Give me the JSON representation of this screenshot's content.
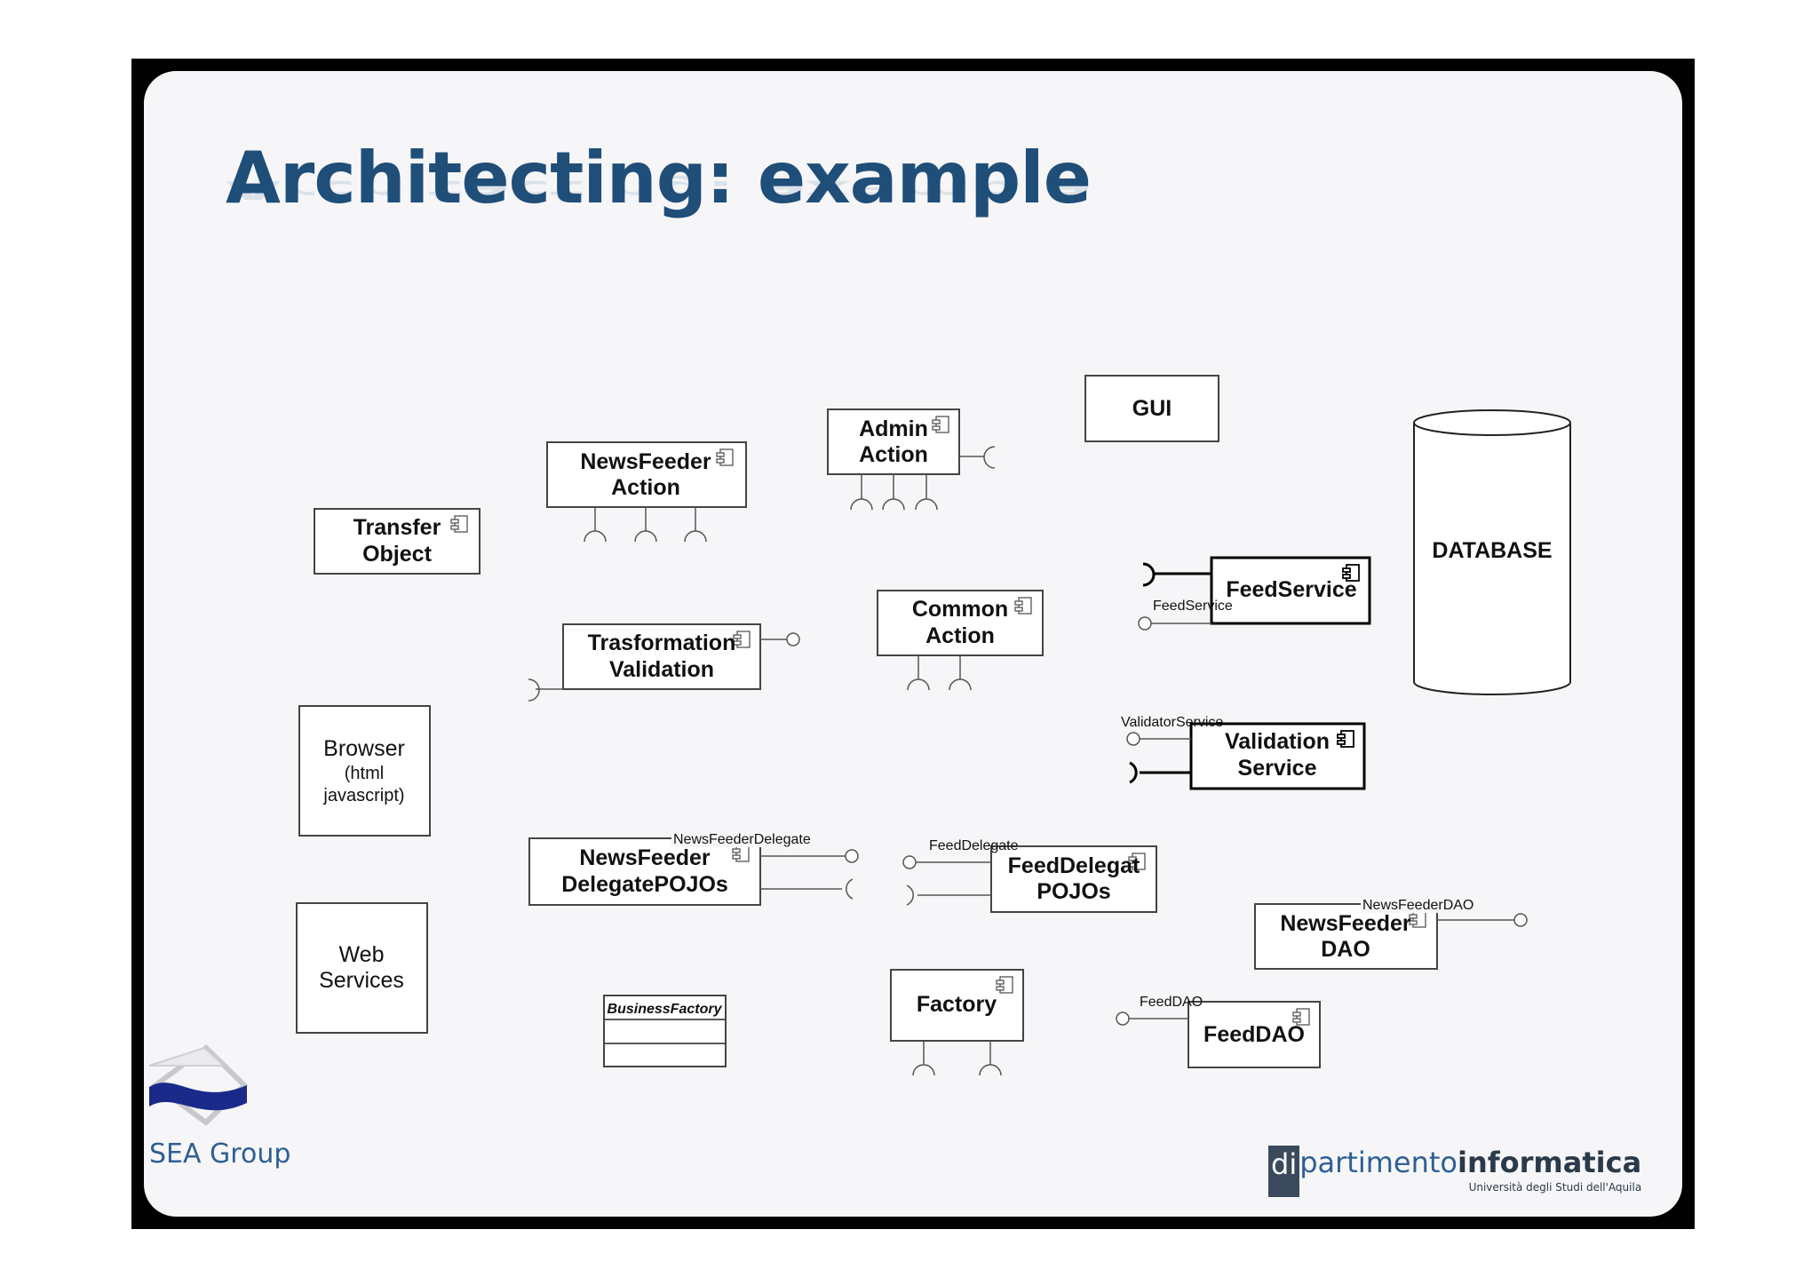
{
  "slide": {
    "title": "Architecting: example"
  },
  "components": {
    "newsfeeder_action": [
      "NewsFeeder",
      "Action"
    ],
    "admin_action": [
      "Admin",
      "Action"
    ],
    "gui": "GUI",
    "database": "DATABASE",
    "transfer_object": [
      "Transfer",
      "Object"
    ],
    "trasformation_validation": [
      "Trasformation",
      "Validation"
    ],
    "common_action": [
      "Common",
      "Action"
    ],
    "feed_service": "FeedService",
    "browser": [
      "Browser",
      "(html",
      "javascript)"
    ],
    "validation_service": [
      "Validation",
      "Service"
    ],
    "newsfeeder_delegate": [
      "NewsFeeder",
      "DelegatePOJOs"
    ],
    "feed_delegate": [
      "FeedDelegat",
      "POJOs"
    ],
    "newsfeeder_dao": [
      "NewsFeeder",
      "DAO"
    ],
    "web_services": [
      "Web",
      "Services"
    ],
    "business_factory": "BusinessFactory",
    "factory": "Factory",
    "feed_dao": "FeedDAO"
  },
  "ports": {
    "feed_service": "FeedService",
    "validator_service": "ValidatorService",
    "newsfeeder_delegate": "NewsFeederDelegate",
    "feed_delegate": "FeedDelegate",
    "newsfeeder_dao": "NewsFeederDAO",
    "feed_dao": "FeedDAO"
  },
  "footer": {
    "group": "SEA Group",
    "dept_prefix": "di",
    "dept_light": "partimento",
    "dept_bold": "informatica",
    "university": "Università degli Studi dell'Aquila"
  },
  "colors": {
    "title": "#1f4e79",
    "group_text": "#2e5f95",
    "logo_blue": "#1a2a8a"
  }
}
